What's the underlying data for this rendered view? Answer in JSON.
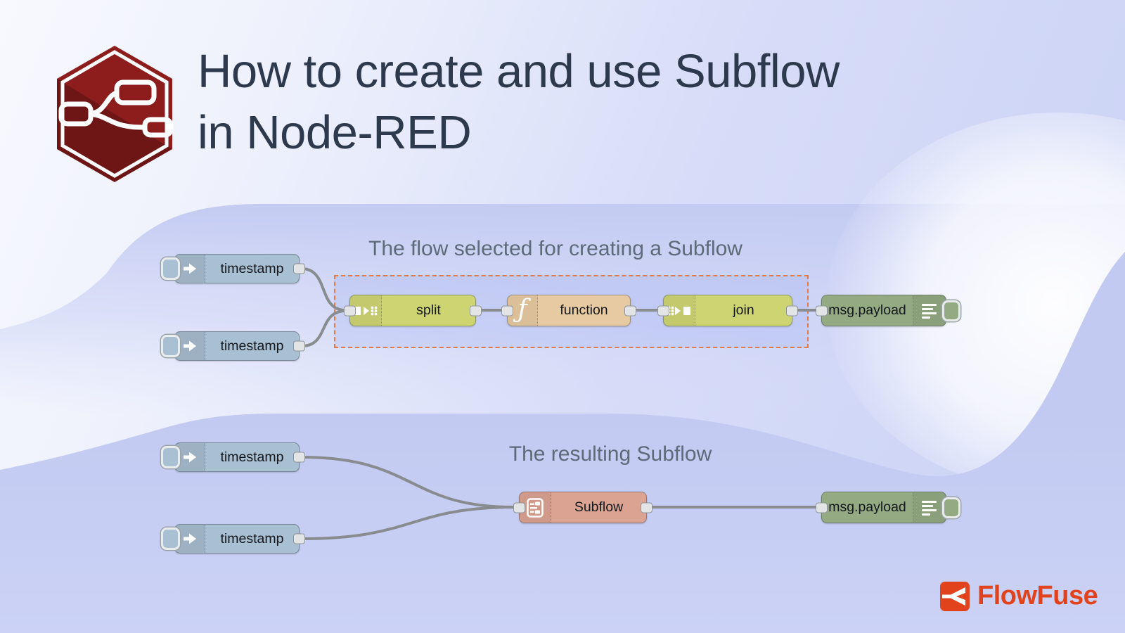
{
  "title": {
    "line1": "How to create and use Subflow",
    "line2": "in Node-RED"
  },
  "flow1": {
    "caption": "The flow selected for creating a Subflow",
    "inject1_label": "timestamp",
    "inject2_label": "timestamp",
    "split_label": "split",
    "function_label": "function",
    "join_label": "join",
    "debug_label": "msg.payload"
  },
  "flow2": {
    "caption": "The resulting Subflow",
    "inject1_label": "timestamp",
    "inject2_label": "timestamp",
    "subflow_label": "Subflow",
    "debug_label": "msg.payload"
  },
  "brand": {
    "name": "FlowFuse"
  },
  "glyphs": {
    "function_icon": "ƒ"
  },
  "colors": {
    "inject_node": "#a9bfd2",
    "split_join_node": "#cdd573",
    "function_node": "#e7caa1",
    "debug_node": "#93aa83",
    "subflow_node": "#dba392",
    "wire": "#898c8e",
    "selection_dash": "#e07a4b",
    "node_red_brand": "#8d1d1d",
    "flowfuse_brand": "#e1431c",
    "title_text": "#2d3a4d",
    "caption_text": "#5d6a79"
  }
}
